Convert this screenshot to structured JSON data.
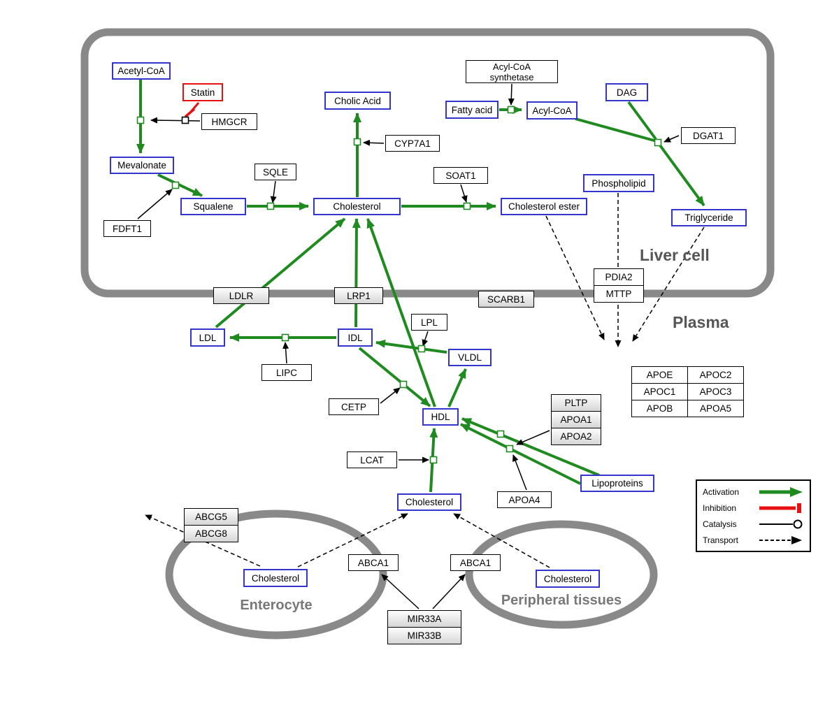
{
  "regions": {
    "liver_cell": "Liver cell",
    "plasma": "Plasma",
    "enterocyte": "Enterocyte",
    "peripheral_tissues": "Peripheral tissues"
  },
  "nodes": {
    "acetyl_coa": "Acetyl-CoA",
    "statin": "Statin",
    "hmgcr": "HMGCR",
    "mevalonate": "Mevalonate",
    "fdft1": "FDFT1",
    "squalene": "Squalene",
    "sqle": "SQLE",
    "cholesterol_liver": "Cholesterol",
    "cholic_acid": "Cholic Acid",
    "cyp7a1": "CYP7A1",
    "soat1": "SOAT1",
    "cholesterol_ester": "Cholesterol ester",
    "fatty_acid": "Fatty acid",
    "acyl_coa_synthetase_1": "Acyl-CoA",
    "acyl_coa_synthetase_2": "synthetase",
    "acyl_coa": "Acyl-CoA",
    "dag": "DAG",
    "dgat1": "DGAT1",
    "phospholipid": "Phospholipid",
    "triglyceride": "Triglyceride",
    "ldlr": "LDLR",
    "lrp1": "LRP1",
    "scarb1": "SCARB1",
    "pdia2": "PDIA2",
    "mttp": "MTTP",
    "ldl": "LDL",
    "idl": "IDL",
    "lipc": "LIPC",
    "lpl": "LPL",
    "vldl": "VLDL",
    "cetp": "CETP",
    "hdl": "HDL",
    "apoe": "APOE",
    "apoc2": "APOC2",
    "apoc1": "APOC1",
    "apoc3": "APOC3",
    "apob": "APOB",
    "apoa5": "APOA5",
    "pltp": "PLTP",
    "apoa1": "APOA1",
    "apoa2": "APOA2",
    "lcat": "LCAT",
    "apoa4": "APOA4",
    "lipoproteins": "Lipoproteins",
    "cholesterol_plasma": "Cholesterol",
    "abcg5": "ABCG5",
    "abcg8": "ABCG8",
    "cholesterol_enterocyte": "Cholesterol",
    "abca1_enterocyte": "ABCA1",
    "abca1_peripheral": "ABCA1",
    "cholesterol_peripheral": "Cholesterol",
    "mir33a": "MIR33A",
    "mir33b": "MIR33B"
  },
  "legend": {
    "activation": "Activation",
    "inhibition": "Inhibition",
    "catalysis": "Catalysis",
    "transport": "Transport"
  },
  "colors": {
    "activation": "#1f8a1f",
    "inhibition": "#e81010",
    "metabolite_border": "#3434cf",
    "membrane": "#898989"
  }
}
